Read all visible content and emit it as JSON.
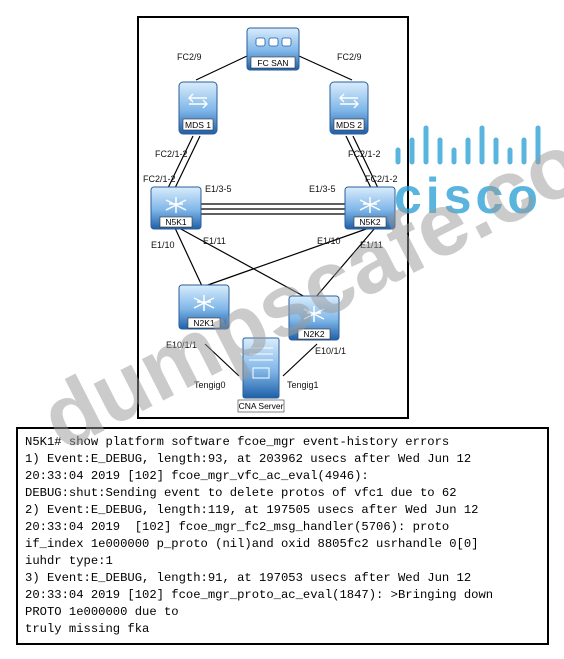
{
  "diagram": {
    "devices": {
      "fc_san": "FC SAN",
      "mds1": "MDS 1",
      "mds2": "MDS 2",
      "n5k1": "N5K1",
      "n5k2": "N5K2",
      "n2k1": "N2K1",
      "n2k2": "N2K2",
      "cna_server": "CNA Server"
    },
    "ports": {
      "san_left": "FC2/9",
      "san_right": "FC2/9",
      "mds1_down": "FC2/1-2",
      "n5k1_up": "FC2/1-2",
      "mds2_down": "FC2/1-2",
      "n5k2_up": "FC2/1-2",
      "n5k1_e13": "E1/3-5",
      "n5k2_e13": "E1/3-5",
      "n5k1_e110": "E1/10",
      "n5k1_e111": "E1/11",
      "n5k2_e110": "E1/10",
      "n5k2_e111": "E1/11",
      "n2k1_e10": "E10/1/1",
      "n2k2_e10": "E10/1/1",
      "tengig0": "Tengig0",
      "tengig1": "Tengig1"
    }
  },
  "console": {
    "lines": [
      "N5K1# show platform software fcoe_mgr event-history errors",
      "1) Event:E_DEBUG, length:93, at 203962 usecs after Wed Jun 12",
      "20:33:04 2019 [102] fcoe_mgr_vfc_ac_eval(4946):",
      "DEBUG:shut:Sending event to delete protos of vfc1 due to 62",
      "2) Event:E_DEBUG, length:119, at 197505 usecs after Wed Jun 12",
      "20:33:04 2019  [102] fcoe_mgr_fc2_msg_handler(5706): proto",
      "if_index 1e000000 p_proto (nil)and oxid 8805fc2 usrhandle 0[0]",
      "iuhdr type:1",
      "3) Event:E_DEBUG, length:91, at 197053 usecs after Wed Jun 12",
      "20:33:04 2019 [102] fcoe_mgr_proto_ac_eval(1847): >Bringing down",
      "PROTO 1e000000 due to",
      "truly missing fka"
    ]
  },
  "watermark": {
    "site": "dumpscafe.com",
    "brand": "cisco"
  },
  "colors": {
    "device_blue": "#1f73c8",
    "device_light": "#cfe6fb",
    "watermark_gray": "#b3b3b3",
    "cisco_blue": "#2b9fd6"
  }
}
